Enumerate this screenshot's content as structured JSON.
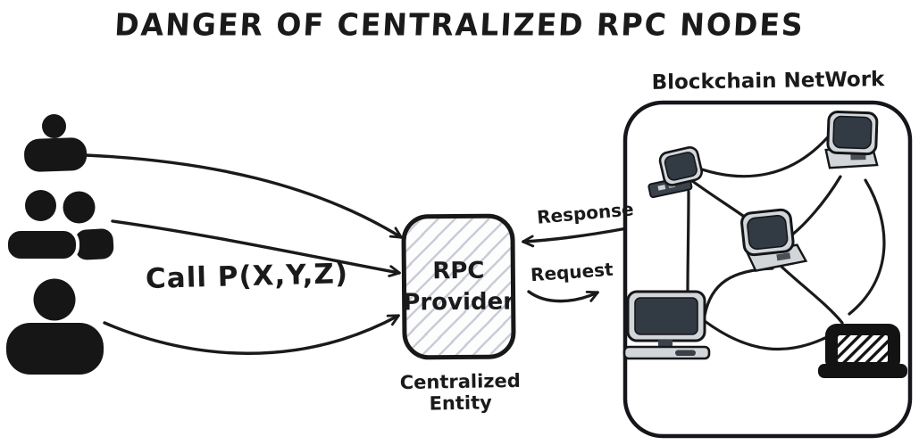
{
  "title": "DANGER OF CENTRALIZED RPC NODES",
  "left_panel": {
    "call_label": "Call P(X,Y,Z)",
    "user_icons": [
      {
        "icon": "single-user-icon",
        "position": "top"
      },
      {
        "icon": "user-pair-icon",
        "position": "middle"
      },
      {
        "icon": "single-user-large-icon",
        "position": "bottom"
      }
    ]
  },
  "rpc_box": {
    "title_line1": "RPC",
    "title_line2": "Provider",
    "caption": "Centralized Entity"
  },
  "flows": {
    "response_label": "Response",
    "request_label": "Request"
  },
  "network": {
    "label": "Blockchain NetWork",
    "node_icons": [
      {
        "icon": "crt-computer-icon",
        "position": "top-left"
      },
      {
        "icon": "crt-computer-icon",
        "position": "top-right"
      },
      {
        "icon": "crt-computer-icon",
        "position": "center"
      },
      {
        "icon": "desktop-computer-icon",
        "position": "bottom-left"
      },
      {
        "icon": "laptop-icon",
        "position": "bottom-right"
      }
    ]
  },
  "colors": {
    "ink": "#1a1a1a",
    "screen_dark": "#323a44",
    "device_body": "#d2d6d9",
    "hatch_gray": "#c9cdd7",
    "background": "#ffffff"
  }
}
